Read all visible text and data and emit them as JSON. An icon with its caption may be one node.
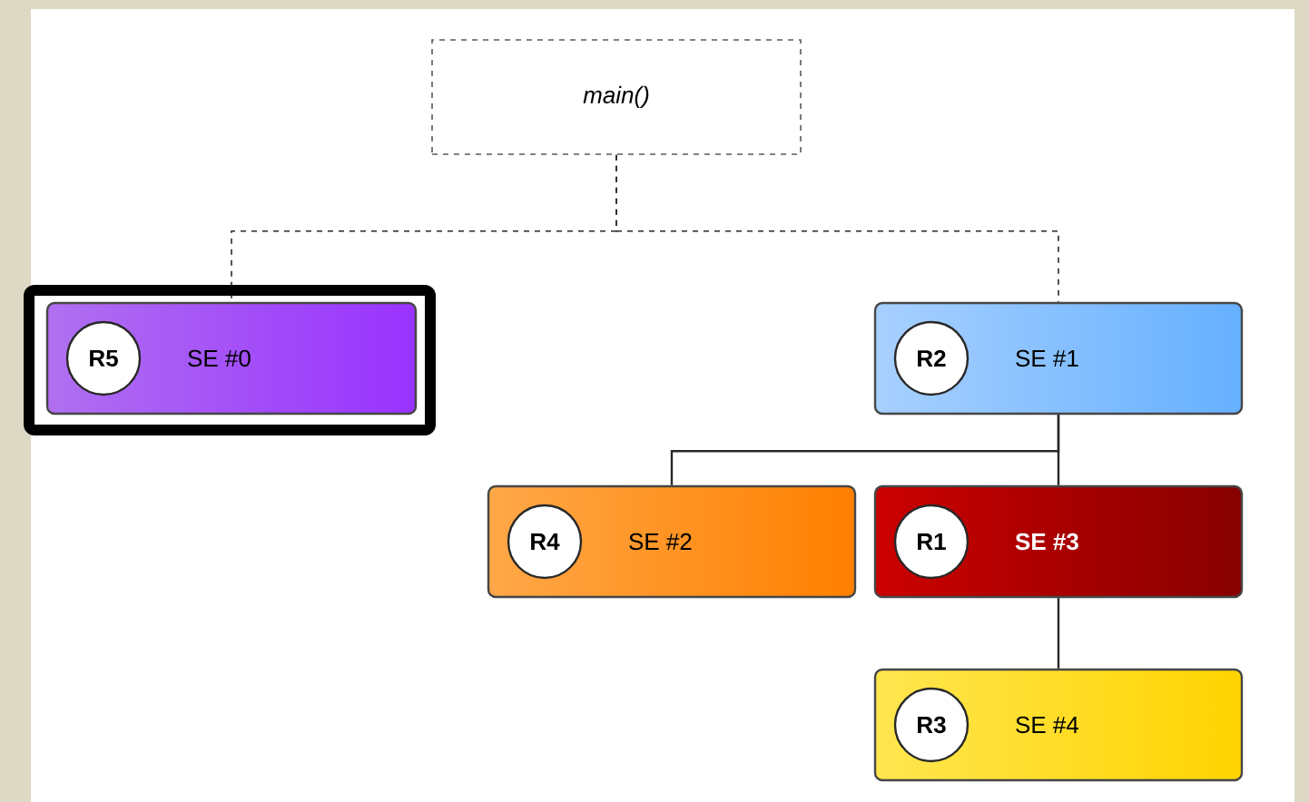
{
  "diagram": {
    "nodes": [
      {
        "text": [
          "main()"
        ]
      },
      {
        "text": [
          "SE #0"
        ]
      },
      {
        "text": [
          "R5"
        ],
        "in": 1
      },
      {
        "text": [
          "SE #1"
        ]
      },
      {
        "text": [
          "R2"
        ],
        "in": 3
      },
      {
        "text": [
          "SE #2"
        ]
      },
      {
        "text": [
          "R4"
        ],
        "in": 5
      },
      {
        "text": [
          "SE #3"
        ]
      },
      {
        "text": [
          "R1"
        ],
        "in": 7
      },
      {
        "text": [
          "SE #4"
        ]
      },
      {
        "text": [
          "R3"
        ],
        "in": 9
      }
    ],
    "edges": [
      {
        "from": 0,
        "to": 1,
        "arrow": "none",
        "style": "dashed"
      },
      {
        "from": 0,
        "to": 3,
        "arrow": "none",
        "style": "dashed"
      },
      {
        "from": 3,
        "to": 5,
        "arrow": "none"
      },
      {
        "from": 3,
        "to": 7,
        "arrow": "none"
      },
      {
        "from": 7,
        "to": 9,
        "arrow": "none"
      }
    ]
  }
}
